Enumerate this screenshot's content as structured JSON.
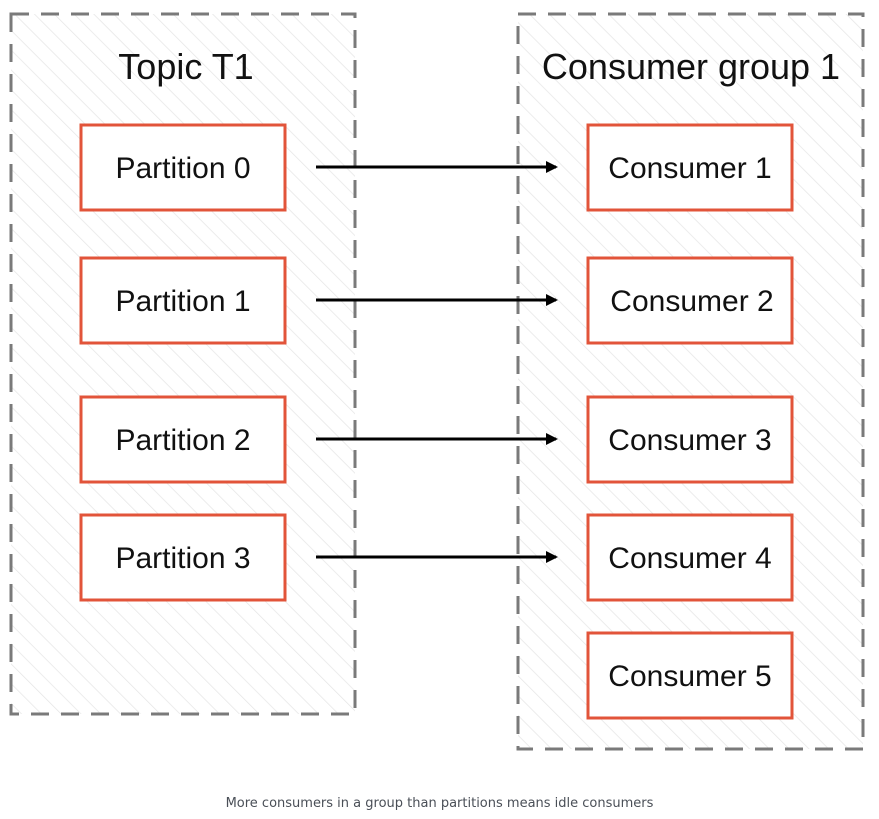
{
  "diagram": {
    "topic": {
      "title": "Topic T1",
      "partitions": [
        "Partition 0",
        "Partition 1",
        "Partition 2",
        "Partition 3"
      ]
    },
    "consumer_group": {
      "title": "Consumer group 1",
      "consumers": [
        "Consumer 1",
        "Consumer 2",
        "Consumer 3",
        "Consumer 4",
        "Consumer 5"
      ]
    },
    "colors": {
      "node_border": "#e2543a",
      "group_border": "#7a7a7a",
      "hatch": "#e6e6e6",
      "arrow": "#000000"
    }
  },
  "caption": "More consumers in a group than partitions means idle consumers"
}
